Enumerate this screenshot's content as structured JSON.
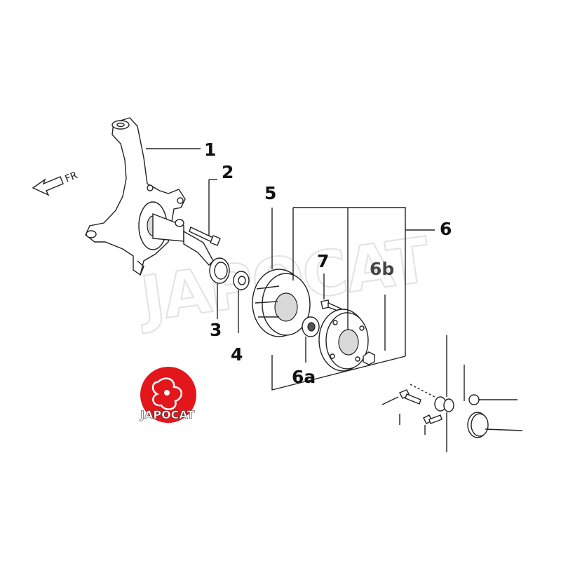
{
  "direction_label": "FR",
  "watermark": "JAPOCAT",
  "logo": {
    "text": "JAPOCAT",
    "color": "#e3161b"
  },
  "callouts": {
    "c1": "1",
    "c2": "2",
    "c3": "3",
    "c4": "4",
    "c5": "5",
    "c6": "6",
    "c6a": "6a",
    "c6b": "6b",
    "c7": "7"
  }
}
